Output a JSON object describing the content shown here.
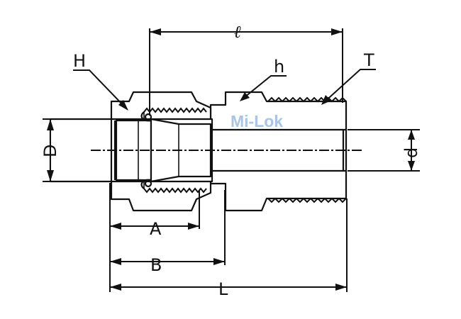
{
  "labels": {
    "length_small_l": "ℓ",
    "hex_H": "H",
    "hex_h": "h",
    "thread_T": "T",
    "tube_od_D": "D",
    "bore_d": "d",
    "dim_A": "A",
    "dim_B": "B",
    "dim_L": "L"
  },
  "watermark": {
    "text": "Mi-Lok",
    "color": "#a9c4e4"
  },
  "colors": {
    "line": "#111111",
    "background": "#ffffff"
  }
}
